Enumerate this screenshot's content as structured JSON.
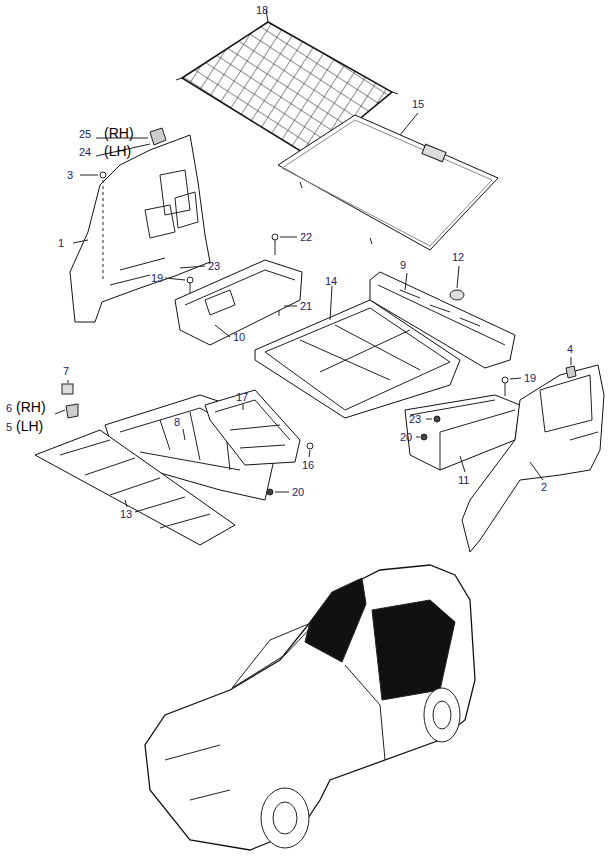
{
  "diagram": {
    "labels": [
      "18",
      "15",
      "25",
      "(RH)",
      "24",
      "(LH)",
      "3",
      "22",
      "1",
      "23",
      "19",
      "21",
      "10",
      "14",
      "9",
      "12",
      "4",
      "19",
      "7",
      "6",
      "(RH)",
      "5",
      "(LH)",
      "8",
      "17",
      "23",
      "20",
      "16",
      "20",
      "11",
      "2",
      "13"
    ]
  }
}
